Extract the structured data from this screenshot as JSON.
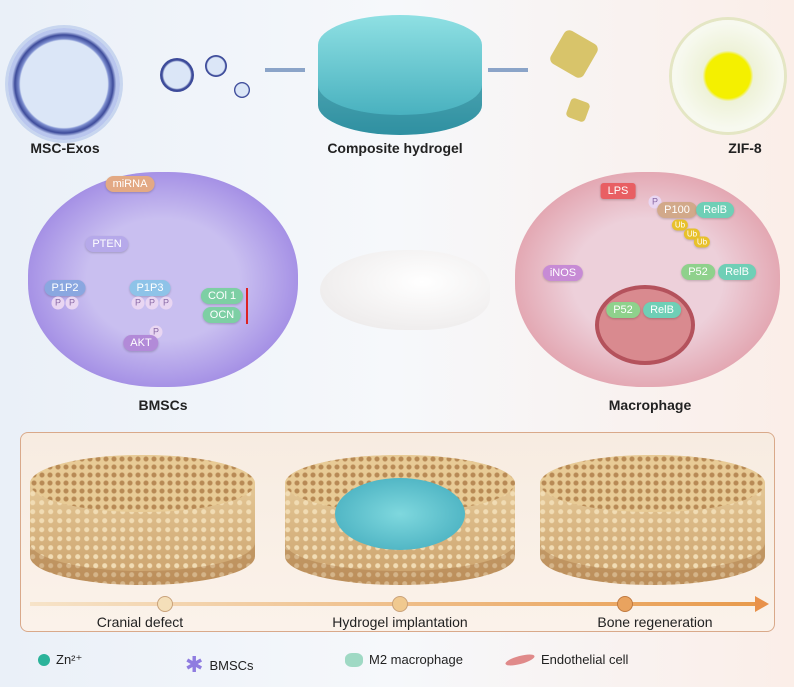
{
  "top": {
    "msc_exos_label": "MSC-Exos",
    "hydrogel_label": "Composite hydrogel",
    "zif8_label": "ZIF-8"
  },
  "bmsc_cell": {
    "label": "BMSCs",
    "mirna": "miRNA",
    "pten": "PTEN",
    "p1p2": "P1P2",
    "p1p3": "P1P3",
    "phospho": "P",
    "akt": "AKT",
    "col1": "COl 1",
    "ocn": "OCN"
  },
  "macrophage_cell": {
    "label": "Macrophage",
    "lps": "LPS",
    "p100": "P100",
    "relb": "RelB",
    "ub": "Ub",
    "p52": "P52",
    "inos": "iNOS",
    "phospho": "P"
  },
  "timeline": {
    "steps": [
      "Cranial defect",
      "Hydrogel implantation",
      "Bone regeneration"
    ]
  },
  "legend": {
    "zn": "Zn²⁺",
    "bmscs": "BMSCs",
    "m2": "M2 macrophage",
    "endo": "Endothelial cell"
  },
  "colors": {
    "accent_orange": "#e8a25a",
    "zn": "#2bb39a",
    "bmsc": "#8f7ce0",
    "macrophage": "#e08a8a"
  }
}
